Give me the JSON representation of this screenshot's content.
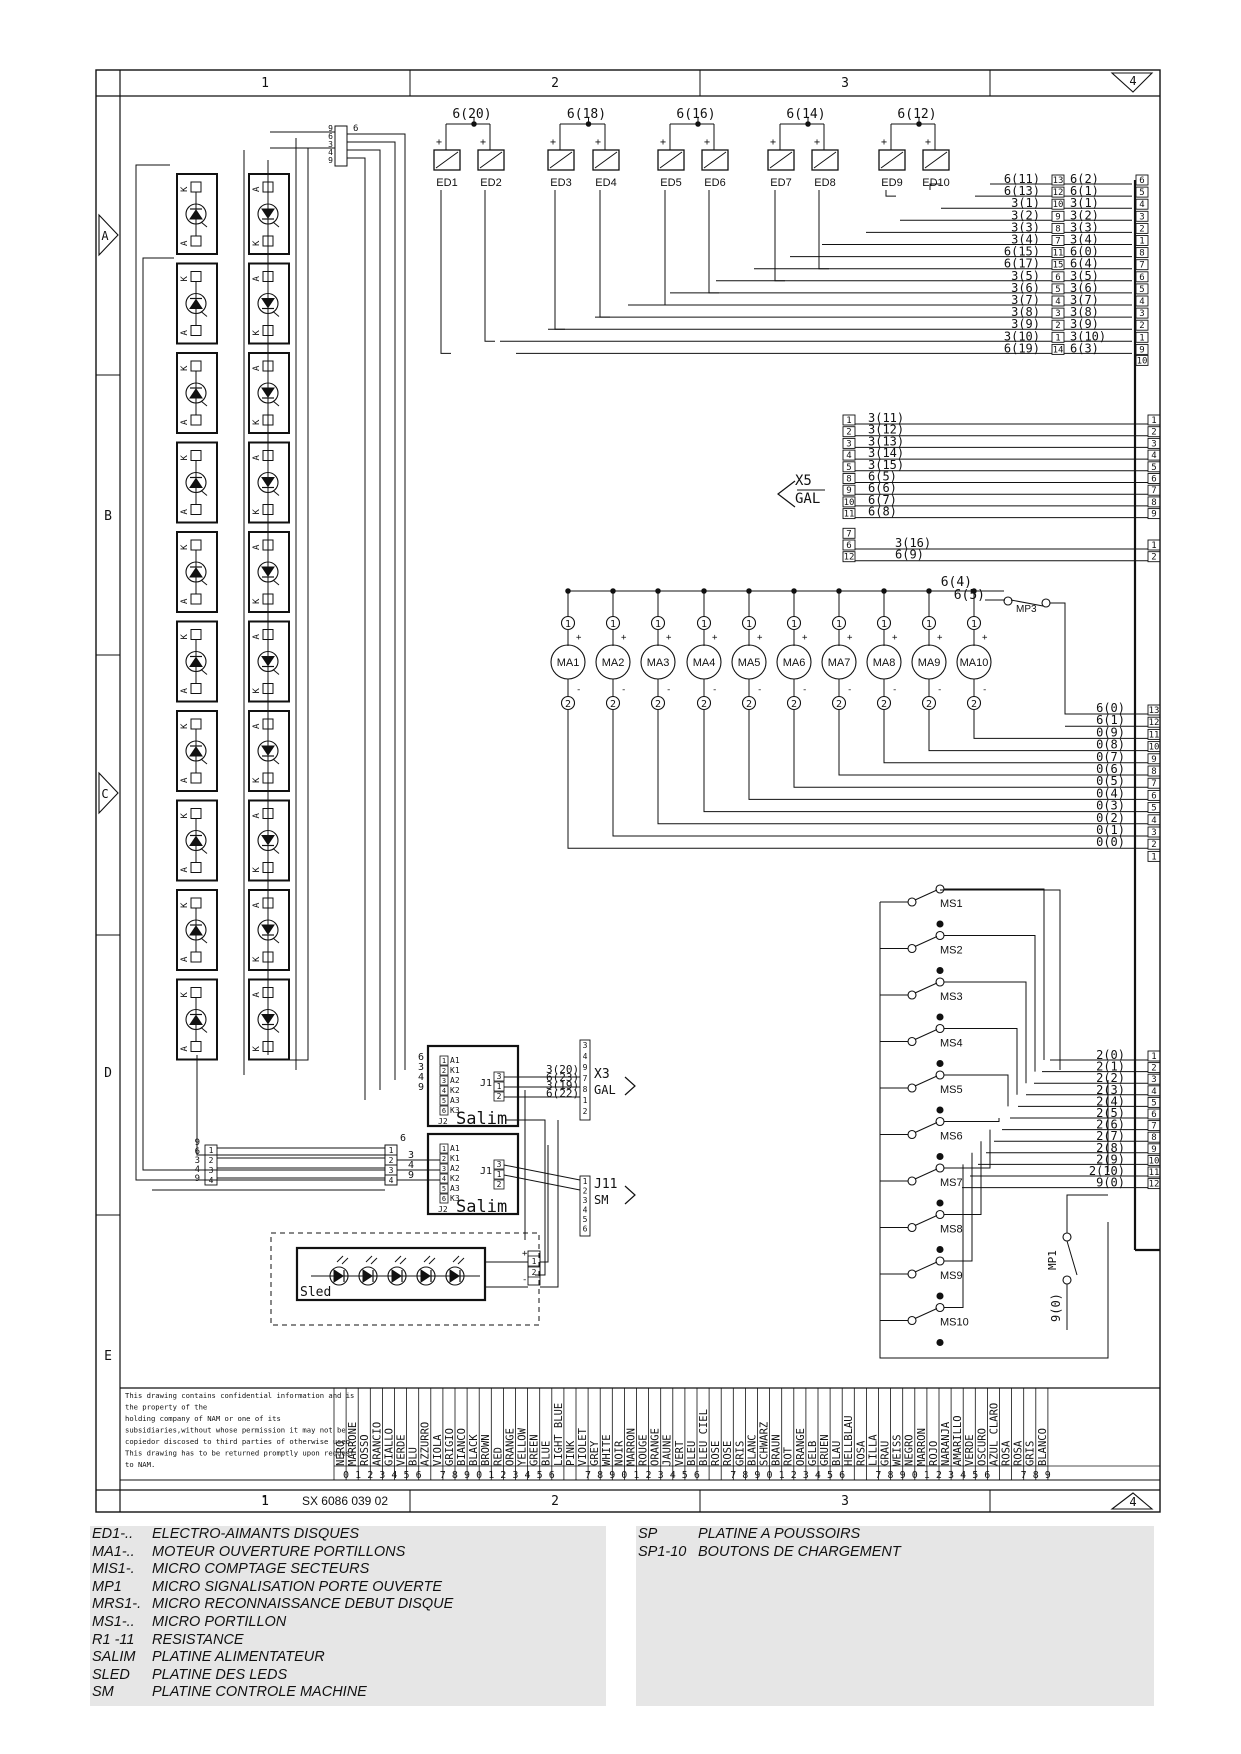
{
  "columns": [
    "1",
    "2",
    "3",
    "4"
  ],
  "rows": [
    "A",
    "B",
    "C",
    "D",
    "E"
  ],
  "electromagnets": {
    "supplies": [
      "6(20)",
      "6(18)",
      "6(16)",
      "6(14)",
      "6(12)"
    ],
    "coils": [
      "ED1",
      "ED2",
      "ED3",
      "ED4",
      "ED5",
      "ED6",
      "ED7",
      "ED8",
      "ED9",
      "ED10"
    ],
    "wires_left": [
      "6(11)",
      "6(13)",
      "3(1)",
      "3(2)",
      "3(3)",
      "3(4)",
      "6(15)",
      "6(17)",
      "3(5)",
      "3(6)",
      "3(7)",
      "3(8)",
      "3(9)",
      "3(10)",
      "6(19)"
    ],
    "pins_left": [
      "13",
      "12",
      "10",
      "9",
      "8",
      "7",
      "11",
      "15",
      "6",
      "5",
      "4",
      "3",
      "2",
      "1",
      "14"
    ],
    "wires_right": [
      "6(2)",
      "6(1)",
      "3(1)",
      "3(2)",
      "3(3)",
      "3(4)",
      "6(0)",
      "6(4)",
      "3(5)",
      "3(6)",
      "3(7)",
      "3(8)",
      "3(9)",
      "3(10)",
      "6(3)"
    ],
    "pins_right": [
      "6",
      "5",
      "4",
      "3",
      "2",
      "1",
      "8",
      "7",
      "6",
      "5",
      "4",
      "3",
      "2",
      "1",
      "9",
      "10"
    ]
  },
  "gal_x5": {
    "label": "X5",
    "sublabel": "GAL",
    "pins": [
      "1",
      "2",
      "3",
      "4",
      "5",
      "8",
      "9",
      "10",
      "11",
      "7",
      "6",
      "12"
    ],
    "wires": [
      "3(11)",
      "3(12)",
      "3(13)",
      "3(14)",
      "3(15)",
      "6(5)",
      "6(6)",
      "6(7)",
      "6(8)",
      "3(16)",
      "6(9)"
    ],
    "right_pins": [
      "1",
      "2",
      "3",
      "4",
      "5",
      "6",
      "7",
      "8",
      "9",
      "1",
      "2"
    ]
  },
  "motors": {
    "feed": [
      "6(4)",
      "6(5)"
    ],
    "switch": "MP3",
    "names": [
      "MA1",
      "MA2",
      "MA3",
      "MA4",
      "MA5",
      "MA6",
      "MA7",
      "MA8",
      "MA9",
      "MA10"
    ],
    "terminal_top": "1",
    "terminal_bottom": "2",
    "wires": [
      "6(0)",
      "6(1)",
      "0(9)",
      "0(8)",
      "0(7)",
      "0(6)",
      "0(5)",
      "0(4)",
      "0(3)",
      "0(2)",
      "0(1)",
      "0(0)"
    ],
    "pins": [
      "13",
      "12",
      "11",
      "10",
      "9",
      "8",
      "7",
      "6",
      "5",
      "4",
      "3",
      "2",
      "1"
    ]
  },
  "microswitches": {
    "names": [
      "MS1",
      "MS2",
      "MS3",
      "MS4",
      "MS5",
      "MS6",
      "MS7",
      "MS8",
      "MS9",
      "MS10"
    ],
    "wires": [
      "2(0)",
      "2(1)",
      "2(2)",
      "2(3)",
      "2(4)",
      "2(5)",
      "2(6)",
      "2(7)",
      "2(8)",
      "2(9)",
      "2(10)",
      "9(0)"
    ],
    "pins": [
      "1",
      "2",
      "3",
      "4",
      "5",
      "6",
      "7",
      "8",
      "9",
      "10",
      "11",
      "12"
    ],
    "mp1": "MP1",
    "mp1_wire": "9(0)"
  },
  "salim": {
    "name": "Salim",
    "in_labels": [
      "A1",
      "K1",
      "A2",
      "K2",
      "A3",
      "K3"
    ],
    "pin_nums": [
      "1",
      "2",
      "3",
      "4",
      "5",
      "6"
    ],
    "in_wires_top": [
      "6",
      "3",
      "4",
      "9"
    ],
    "in_wires_left": [
      "9",
      "6",
      "3",
      "4",
      "9"
    ],
    "j1": "J1",
    "j2": "J2",
    "x3": "X3",
    "x3_sub": "GAL",
    "x3_wires": [
      "3(20)",
      "6(23)",
      "3(19)",
      "6(22)"
    ],
    "x3_pins": [
      "3",
      "4",
      "9",
      "7",
      "8",
      "1",
      "2"
    ],
    "j11": "J11",
    "j11_sub": "SM",
    "j11_pins": [
      "1",
      "2",
      "3",
      "4",
      "5",
      "6"
    ],
    "out_pins": [
      "3",
      "1",
      "2"
    ]
  },
  "sled": {
    "name": "Sled",
    "pins": [
      "1",
      "2"
    ],
    "plus": "+",
    "minus": "-"
  },
  "title_block": {
    "notice": [
      "This drawing contains confidential information and is",
      "the property of the",
      "holding company of NAM or one of its",
      "subsidiaries,without whose permission it may not be",
      "copiedor discosed to third parties of otherwise used.",
      "This drawing has to be returned promptly upon request",
      "to NAM."
    ],
    "drawing_number": "SX 6086 039 02",
    "color_codes": [
      [
        "0",
        "NERO"
      ],
      [
        "1",
        "MARRONE"
      ],
      [
        "2",
        "ROSSO"
      ],
      [
        "3",
        "ARANCIO"
      ],
      [
        "4",
        "GIALLO"
      ],
      [
        "5",
        "VERDE"
      ],
      [
        "6",
        "BLU"
      ],
      [
        "",
        "AZZURRO"
      ],
      [
        "7",
        "VIOLA"
      ],
      [
        "8",
        "GRIGIO"
      ],
      [
        "9",
        "BIANCO"
      ],
      [
        "0",
        "BLACK"
      ],
      [
        "1",
        "BROWN"
      ],
      [
        "2",
        "RED"
      ],
      [
        "3",
        "ORANGE"
      ],
      [
        "4",
        "YELLOW"
      ],
      [
        "5",
        "GREEN"
      ],
      [
        "6",
        "BLUE"
      ],
      [
        "",
        "LIGHT BLUE"
      ],
      [
        "",
        "PINK"
      ],
      [
        "7",
        "VIOLET"
      ],
      [
        "8",
        "GREY"
      ],
      [
        "9",
        "WHITE"
      ],
      [
        "0",
        "NOIR"
      ],
      [
        "1",
        "MARRON"
      ],
      [
        "2",
        "ROUGE"
      ],
      [
        "3",
        "ORANGE"
      ],
      [
        "4",
        "JAUNE"
      ],
      [
        "5",
        "VERT"
      ],
      [
        "6",
        "BLEU"
      ],
      [
        "",
        "BLEU CIEL"
      ],
      [
        "",
        "ROSE"
      ],
      [
        "7",
        "ROSE"
      ],
      [
        "8",
        "GRIS"
      ],
      [
        "9",
        "BLANC"
      ],
      [
        "0",
        "SCHWARZ"
      ],
      [
        "1",
        "BRAUN"
      ],
      [
        "2",
        "ROT"
      ],
      [
        "3",
        "ORANGE"
      ],
      [
        "4",
        "GELB"
      ],
      [
        "5",
        "GRUEN"
      ],
      [
        "6",
        "BLAU"
      ],
      [
        "",
        "HELLBLAU"
      ],
      [
        "",
        "ROSA"
      ],
      [
        "7",
        "LILLA"
      ],
      [
        "8",
        "GRAU"
      ],
      [
        "9",
        "WEISS"
      ],
      [
        "0",
        "NEGRO"
      ],
      [
        "1",
        "MARRON"
      ],
      [
        "2",
        "ROJO"
      ],
      [
        "3",
        "NARANJA"
      ],
      [
        "4",
        "AMARILLO"
      ],
      [
        "5",
        "VERDE"
      ],
      [
        "6",
        "OSCURO"
      ],
      [
        "",
        "AZUL CLARO"
      ],
      [
        "",
        "ROSA"
      ],
      [
        "7",
        "ROSA"
      ],
      [
        "8",
        "GRIS"
      ],
      [
        "9",
        "BLANCO"
      ]
    ]
  },
  "legend_left": [
    {
      "code": "ED1-..",
      "desc": "ELECTRO-AIMANTS DISQUES"
    },
    {
      "code": "MA1-..",
      "desc": "MOTEUR OUVERTURE PORTILLONS"
    },
    {
      "code": "MIS1-.",
      "desc": "MICRO COMPTAGE SECTEURS"
    },
    {
      "code": "MP1",
      "desc": "MICRO SIGNALISATION PORTE OUVERTE"
    },
    {
      "code": "MRS1-.",
      "desc": "MICRO RECONNAISSANCE DEBUT DISQUE"
    },
    {
      "code": "MS1-..",
      "desc": "MICRO PORTILLON"
    },
    {
      "code": "R1 -11",
      "desc": "RESISTANCE"
    },
    {
      "code": "SALIM",
      "desc": "PLATINE ALIMENTATEUR"
    },
    {
      "code": "SLED",
      "desc": "PLATINE DES LEDS"
    },
    {
      "code": "SM",
      "desc": "PLATINE CONTROLE MACHINE"
    }
  ],
  "legend_right": [
    {
      "code": "SP",
      "desc": "PLATINE A POUSSOIRS"
    },
    {
      "code": "SP1-10",
      "desc": "BOUTONS DE CHARGEMENT"
    }
  ]
}
